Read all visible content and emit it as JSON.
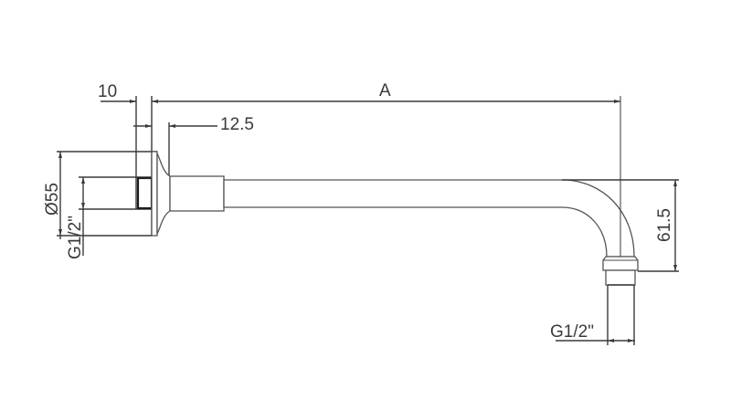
{
  "drawing": {
    "type": "technical-dimension-drawing",
    "subject": "wall-mounted shower arm",
    "line_color": "#3a3a3a",
    "background": "#ffffff",
    "dimensions": {
      "flange_thickness": "10",
      "flange_depth": "12.5",
      "arm_length": "A",
      "flange_diameter": "Ø55",
      "inlet_thread": "G1/2\"",
      "drop_height": "61.5",
      "outlet_thread": "G1/2\""
    }
  }
}
